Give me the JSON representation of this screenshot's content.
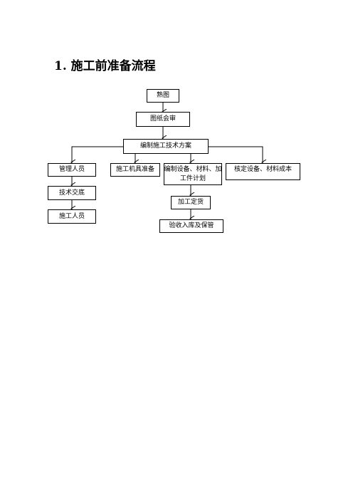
{
  "title": "1. 施工前准备流程",
  "flow": {
    "step_ketu": "熟图",
    "step_review": "图纸会审",
    "step_plan": "编制施工技术方案",
    "branch_management": "管理人员",
    "branch_tools": "施工机具准备",
    "branch_materials_line1": "编制设备、材料、加",
    "branch_materials_line2": "工件计划",
    "branch_cost": "核定设备、材料成本",
    "step_briefing": "技术交底",
    "step_workers": "施工人员",
    "step_order": "加工定货",
    "step_accept": "验收入库及保管"
  }
}
